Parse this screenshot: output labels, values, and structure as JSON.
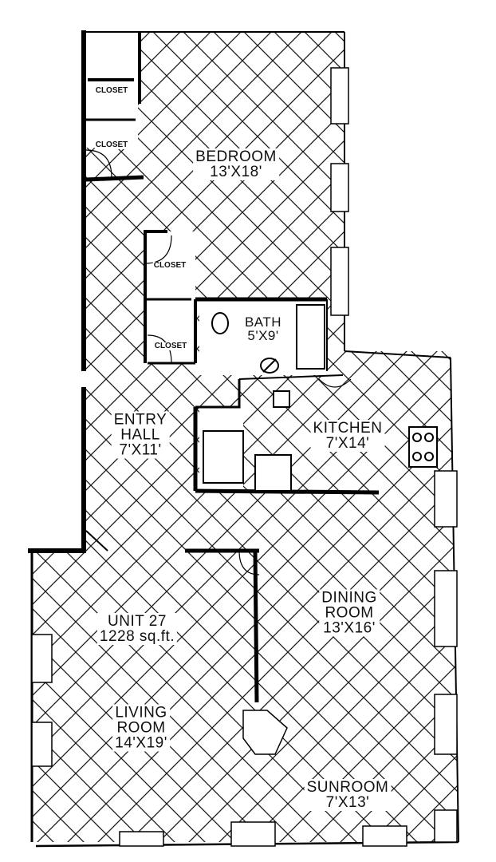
{
  "plan": {
    "unit": {
      "name": "UNIT 27",
      "area": "1228 sq.ft."
    },
    "rooms": [
      {
        "key": "bedroom",
        "name": "BEDROOM",
        "size": "13'X18'"
      },
      {
        "key": "bath",
        "name": "BATH",
        "size": "5'X9'"
      },
      {
        "key": "entry",
        "name": "ENTRY",
        "name2": "HALL",
        "size": "7'X11'"
      },
      {
        "key": "kitchen",
        "name": "KITCHEN",
        "size": "7'X14'"
      },
      {
        "key": "dining",
        "name": "DINING",
        "name2": "ROOM",
        "size": "13'X16'"
      },
      {
        "key": "living",
        "name": "LIVING",
        "name2": "ROOM",
        "size": "14'X19'"
      },
      {
        "key": "sunroom",
        "name": "SUNROOM",
        "size": "7'X13'"
      }
    ],
    "closets": [
      "CLOSET",
      "CLOSET",
      "CLOSET",
      "CLOSET"
    ]
  }
}
